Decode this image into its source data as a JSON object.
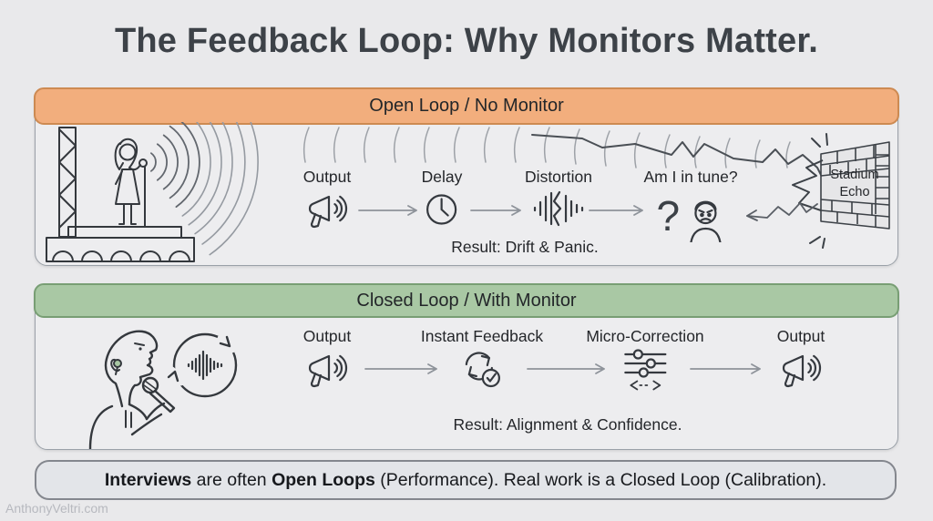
{
  "page": {
    "title": "The Feedback Loop: Why Monitors Matter.",
    "watermark": "AnthonyVeltri.com"
  },
  "open_loop_panel": {
    "header": "Open Loop / No Monitor",
    "steps": [
      {
        "label": "Output",
        "icon": "megaphone-icon"
      },
      {
        "label": "Delay",
        "icon": "clock-icon"
      },
      {
        "label": "Distortion",
        "icon": "distorted-waveform-icon"
      },
      {
        "label": "Am I in tune?",
        "icon": "question-worried-singer-icon"
      }
    ],
    "wall": {
      "line1": "Stadium",
      "line2": "Echo"
    },
    "result": "Result: Drift & Panic."
  },
  "closed_loop_panel": {
    "header": "Closed Loop / With Monitor",
    "steps": [
      {
        "label": "Output",
        "icon": "megaphone-icon"
      },
      {
        "label": "Instant Feedback",
        "icon": "feedback-cycle-check-icon"
      },
      {
        "label": "Micro-Correction",
        "icon": "sliders-adjust-icon"
      },
      {
        "label": "Output",
        "icon": "megaphone-icon"
      }
    ],
    "result": "Result: Alignment & Confidence."
  },
  "footer": {
    "part1_bold": "Interviews",
    "part2": " are often ",
    "part3_bold": "Open Loops",
    "part4": " (Performance). Real work is a Closed Loop (Calibration)."
  },
  "icons": {
    "question_glyph": "?",
    "list": [
      "megaphone-icon",
      "clock-icon",
      "distorted-waveform-icon",
      "question-worried-singer-icon",
      "feedback-cycle-check-icon",
      "sliders-adjust-icon",
      "stage-singer-illustration",
      "stadium-echo-wall",
      "singer-with-monitor-illustration",
      "loop-waveform-icon"
    ]
  },
  "colors": {
    "page_bg": "#e9e9eb",
    "panel_bg": "#ededef",
    "panel_border": "#9aa0a8",
    "open_header_bg": "#f2ae7d",
    "open_header_border": "#cd8a52",
    "closed_header_bg": "#a9c8a4",
    "closed_header_border": "#789e74",
    "earpiece_green": "#a9c8a4",
    "ink": "#35393f"
  }
}
